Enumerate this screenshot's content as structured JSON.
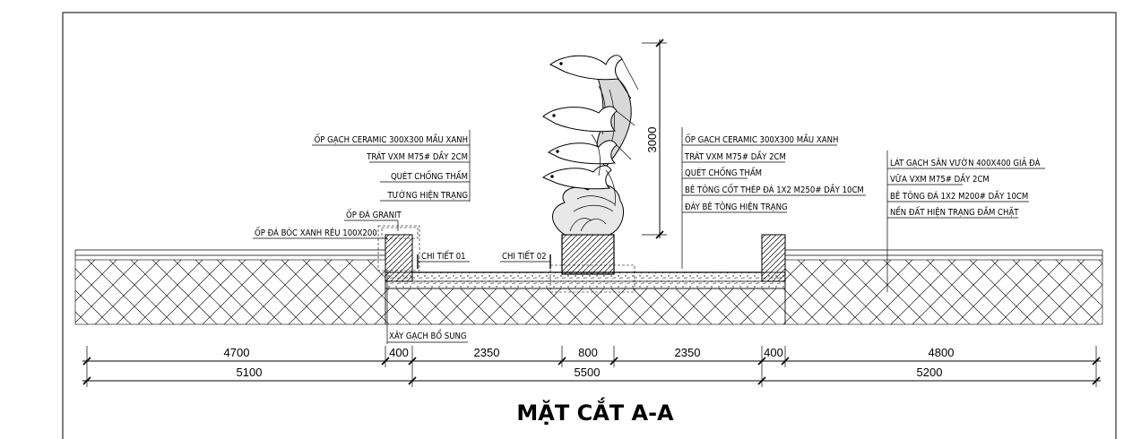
{
  "title": "MẶT CẮT A-A",
  "labels_left": [
    "ỐP GẠCH CERAMIC 300X300 MẦU XANH",
    "TRÁT VXM M75# DẦY 2CM",
    "QUÉT CHỐNG THẤM",
    "TƯỜNG HIỆN TRẠNG"
  ],
  "label_granit": "ỐP ĐÁ GRANIT",
  "label_stone": "ỐP ĐÁ BÓC XANH RÊU 100X200",
  "detail_1": "CHI TIẾT 01",
  "detail_2": "CHI TIẾT 02",
  "label_brick": "XÂY GẠCH BỔ SUNG",
  "labels_center": [
    "ỐP GẠCH CERAMIC 300X300 MẦU XANH",
    "TRÁT VXM M75# DẦY 2CM",
    "QUÉT CHỐNG THẤM",
    "BÊ TÔNG CỐT THÉP ĐÁ 1X2 M250# DẦY 10CM",
    "ĐÁY BÊ TÔNG HIỆN TRẠNG"
  ],
  "labels_right": [
    "LÁT GẠCH SÂN VƯỜN 400X400 GIẢ ĐÁ",
    "VỮA VXM M75# DẦY 2CM",
    "BÊ TÔNG ĐÁ 1X2 M200# DẦY 10CM",
    "NỀN ĐẤT HIỆN TRẠNG ĐẦM CHẶT"
  ],
  "height_dim": "3000",
  "dims_row1": [
    "4700",
    "400",
    "2350",
    "800",
    "2350",
    "400",
    "4800"
  ],
  "dims_row2": [
    "5100",
    "5500",
    "5200"
  ]
}
